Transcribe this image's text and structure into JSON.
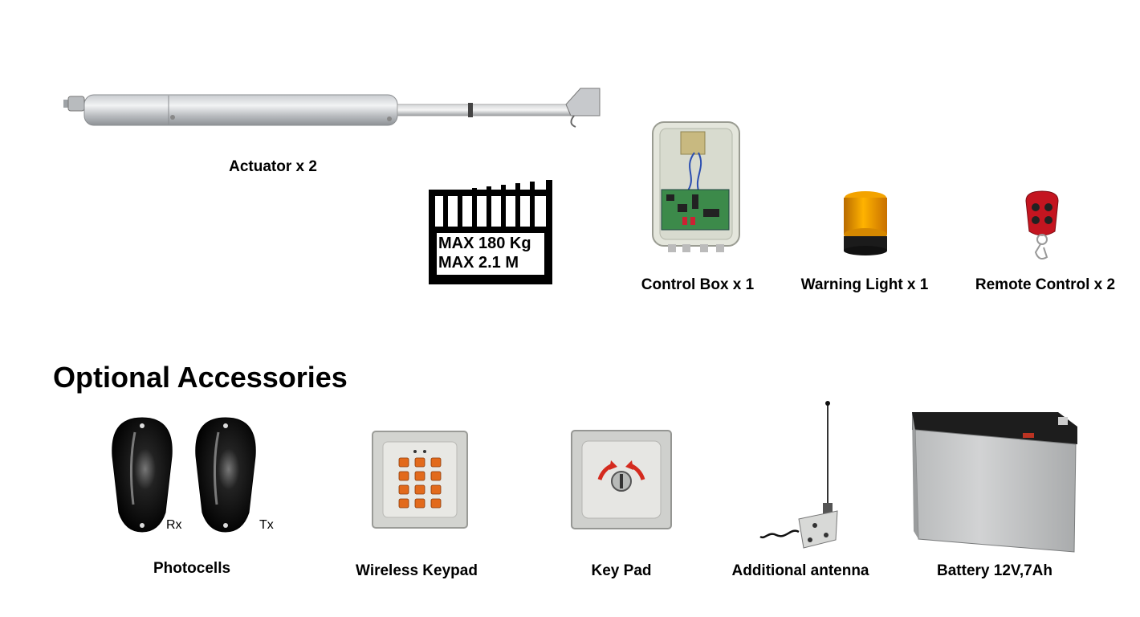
{
  "kit": {
    "actuator": "Actuator x 2",
    "gate_spec": {
      "max_weight": "MAX 180 Kg",
      "max_length": "MAX 2.1 M"
    },
    "control_box": "Control Box x 1",
    "warning_light": "Warning Light x 1",
    "remote_control": "Remote Control x 2"
  },
  "accessories": {
    "heading": "Optional Accessories",
    "photocells": {
      "label": "Photocells",
      "rx": "Rx",
      "tx": "Tx"
    },
    "wireless_keypad": "Wireless Keypad",
    "key_pad": "Key Pad",
    "antenna": "Additional antenna",
    "battery": "Battery 12V,7Ah"
  }
}
